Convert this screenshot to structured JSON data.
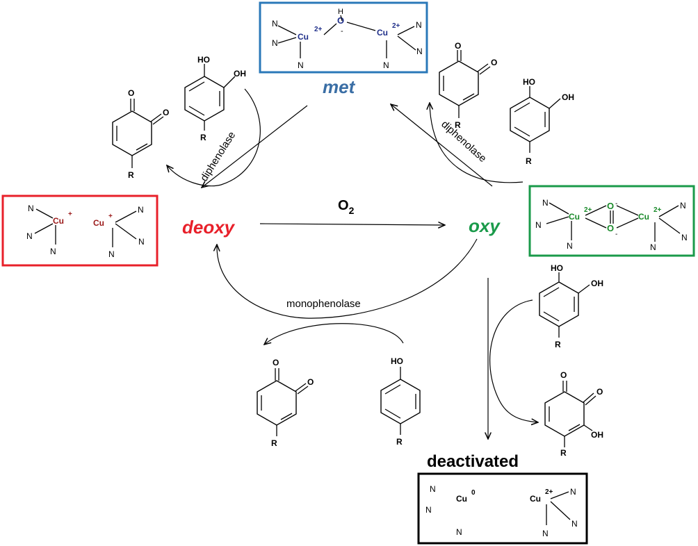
{
  "states": {
    "met": "met",
    "deoxy": "deoxy",
    "oxy": "oxy",
    "deactivated": "deactivated"
  },
  "reactions": {
    "o2": "O",
    "o2_sub": "2",
    "diphenolase_left": "diphenolase",
    "diphenolase_right": "diphenolase",
    "monophenolase": "monophenolase"
  },
  "atoms": {
    "n": "N",
    "cu": "Cu",
    "o": "O",
    "h": "H",
    "ho": "HO",
    "oh": "OH",
    "r": "R"
  },
  "charges": {
    "cu_plus": "+",
    "cu_2plus": "2+",
    "cu_zero": "0",
    "o_minus": "-"
  },
  "colors": {
    "met": "#3a6ea5",
    "met_box": "#2a78b8",
    "met_atoms": "#1f2f8a",
    "deoxy": "#e8202a",
    "deoxy_atoms": "#9b1a1a",
    "oxy": "#1a9a4a",
    "oxy_atoms": "#1a8a2a",
    "deactivated": "#000000"
  }
}
